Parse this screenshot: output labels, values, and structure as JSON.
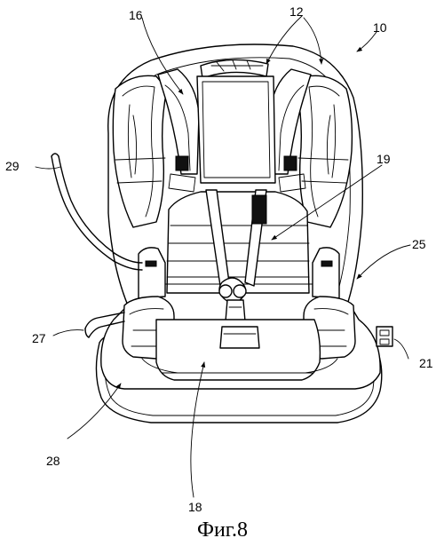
{
  "caption": "Фиг.8",
  "labels": {
    "r10": "10",
    "r12": "12",
    "r16": "16",
    "r18": "18",
    "r19": "19",
    "r21": "21",
    "r25": "25",
    "r27": "27",
    "r28": "28",
    "r29": "29"
  }
}
